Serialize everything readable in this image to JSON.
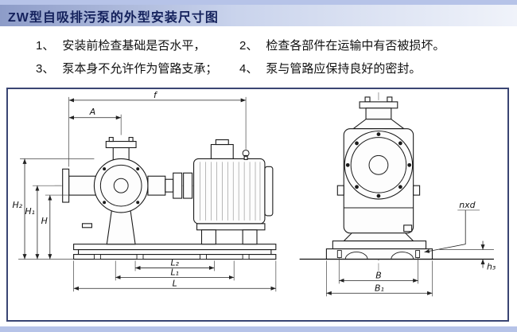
{
  "header": {
    "title": "ZW型自吸排污泵的外型安装尺寸图"
  },
  "notes": [
    {
      "num": "1、",
      "text": "安装前检查基础是否水平，"
    },
    {
      "num": "2、",
      "text": "检查各部件在运输中有否被损坏。"
    },
    {
      "num": "3、",
      "text": "泵本身不允许作为管路支承；"
    },
    {
      "num": "4、",
      "text": "泵与管路应保持良好的密封。"
    }
  ],
  "dims": {
    "f": "f",
    "A": "A",
    "H2": "H₂",
    "H1": "H₁",
    "H": "H",
    "L2": "L₂",
    "L1": "L₁",
    "L": "L",
    "nxd": "nxd",
    "B": "B",
    "B1": "B₁",
    "h3": "h₃"
  },
  "colors": {
    "band": "#b6c3e8",
    "title_bar_from": "#8d9cc8",
    "title_bar_to": "#f0f3fa",
    "title_text": "#14215c",
    "box_border": "#3a4573",
    "line": "#1a1a1a"
  }
}
